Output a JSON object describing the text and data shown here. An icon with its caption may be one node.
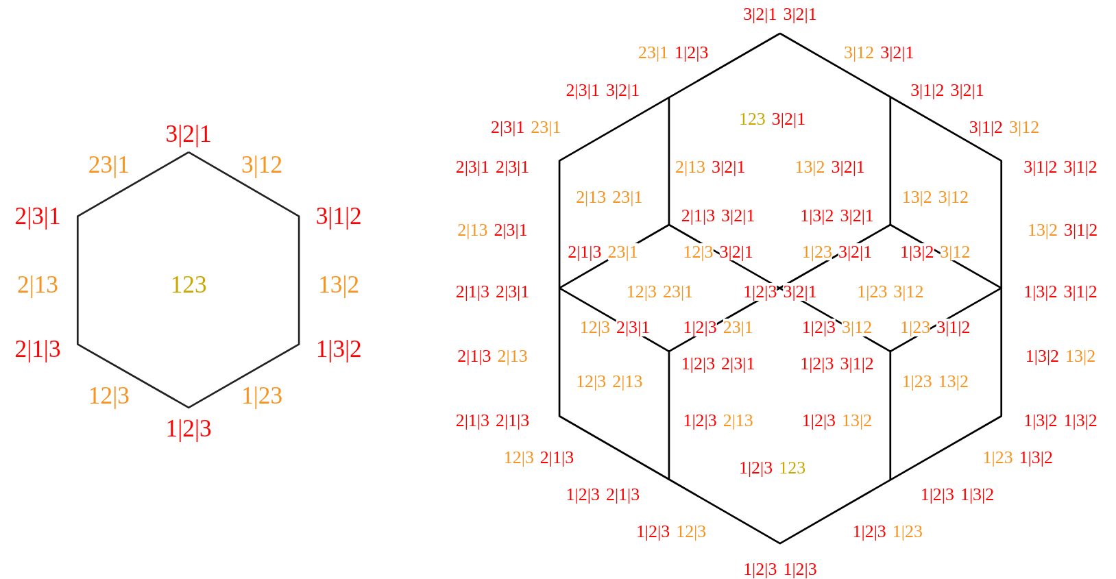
{
  "diagram": {
    "labels": [
      "3|2|1",
      "23|1",
      "3|12",
      "2|3|1",
      "3|1|2",
      "2|13",
      "123",
      "13|2",
      "2|1|3",
      "1|3|2",
      "12|3",
      "1|23",
      "1|2|3",
      "3|2|1",
      "3|2|1",
      "23|1",
      "1|2|3",
      "3|12",
      "3|2|1",
      "2|3|1",
      "3|2|1",
      "3|1|2",
      "3|2|1",
      "123",
      "3|2|1",
      "2|3|1",
      "23|1",
      "3|1|2",
      "3|12",
      "2|3|1",
      "2|3|1",
      "2|13",
      "3|2|1",
      "13|2",
      "3|2|1",
      "3|1|2",
      "3|1|2",
      "2|13",
      "23|1",
      "13|2",
      "3|12",
      "2|1|3",
      "3|2|1",
      "1|3|2",
      "3|2|1",
      "2|13",
      "2|3|1",
      "13|2",
      "3|1|2",
      "2|1|3",
      "23|1",
      "12|3",
      "3|2|1",
      "1|23",
      "3|2|1",
      "1|3|2",
      "3|12",
      "2|1|3",
      "2|3|1",
      "12|3",
      "23|1",
      "1|2|3",
      "3|2|1",
      "1|23",
      "3|12",
      "1|3|2",
      "3|1|2",
      "12|3",
      "2|3|1",
      "1|2|3",
      "23|1",
      "1|2|3",
      "3|12",
      "1|23",
      "3|1|2",
      "2|1|3",
      "2|13",
      "1|3|2",
      "13|2",
      "1|2|3",
      "2|3|1",
      "1|2|3",
      "3|1|2",
      "12|3",
      "2|13",
      "1|23",
      "13|2",
      "2|1|3",
      "2|1|3",
      "1|2|3",
      "2|13",
      "1|2|3",
      "13|2",
      "1|3|2",
      "1|3|2",
      "12|3",
      "2|1|3",
      "1|23",
      "1|3|2",
      "1|2|3",
      "123",
      "1|2|3",
      "2|1|3",
      "1|2|3",
      "1|3|2",
      "1|2|3",
      "12|3",
      "1|2|3",
      "1|23",
      "1|2|3",
      "1|2|3"
    ]
  }
}
